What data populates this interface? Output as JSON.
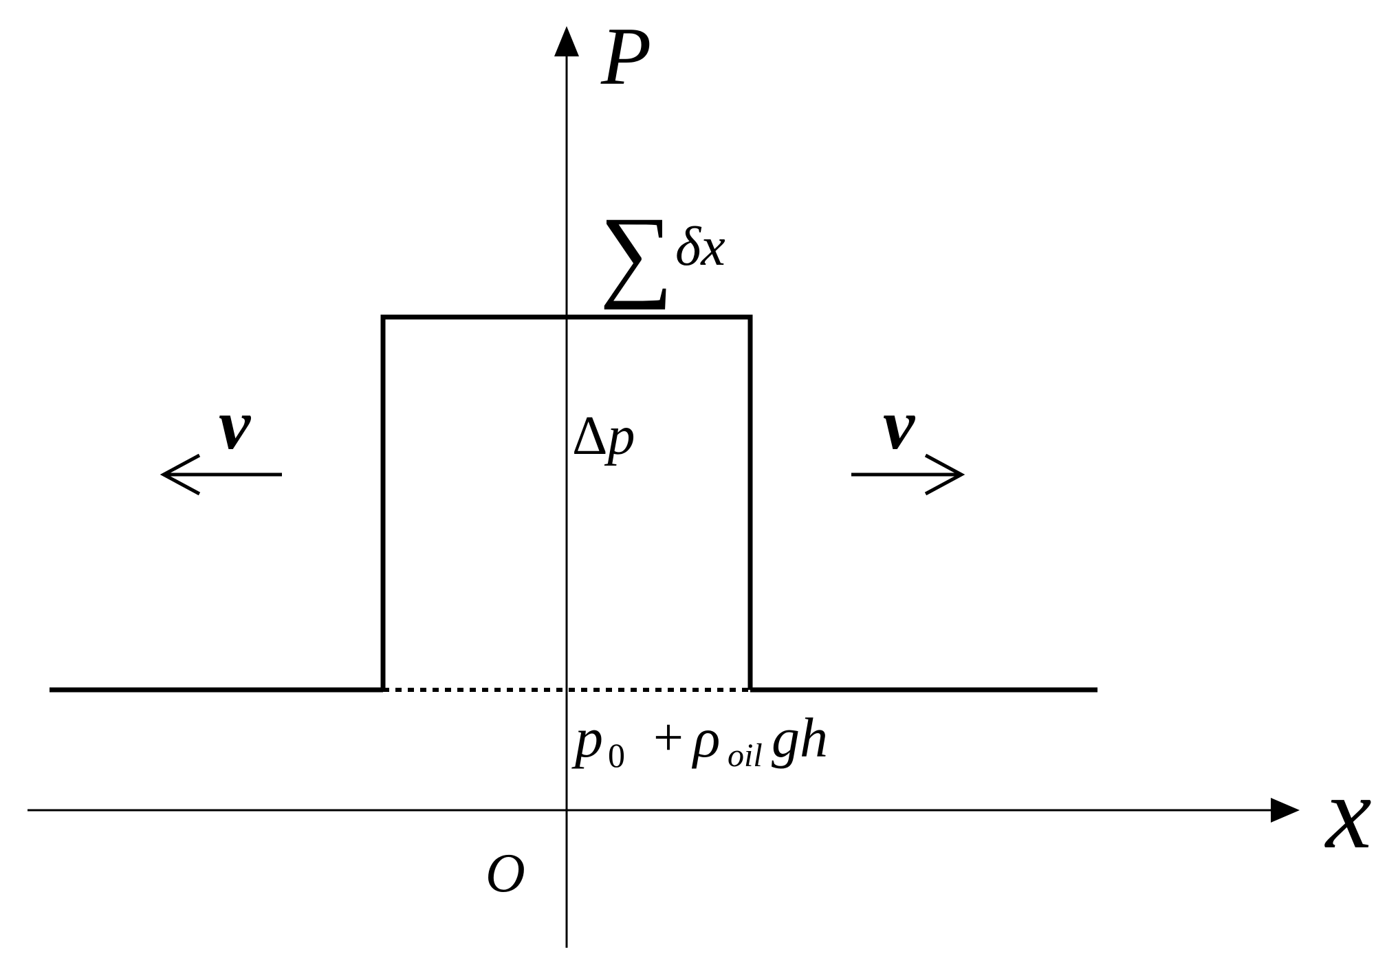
{
  "axes": {
    "y_label": "P",
    "x_label": "x",
    "origin_label": "O"
  },
  "labels": {
    "sum_symbol": "∑",
    "sum_term": "δx",
    "delta_symbol": "Δ",
    "delta_term": "p",
    "velocity_left": "v",
    "velocity_right": "v",
    "base_p": "p",
    "base_p_sub": "0",
    "base_plus": "+",
    "base_rho": "ρ",
    "base_rho_sub": "oil",
    "base_gh": "gh"
  },
  "style": {
    "line_color": "#000000",
    "background": "#ffffff"
  }
}
